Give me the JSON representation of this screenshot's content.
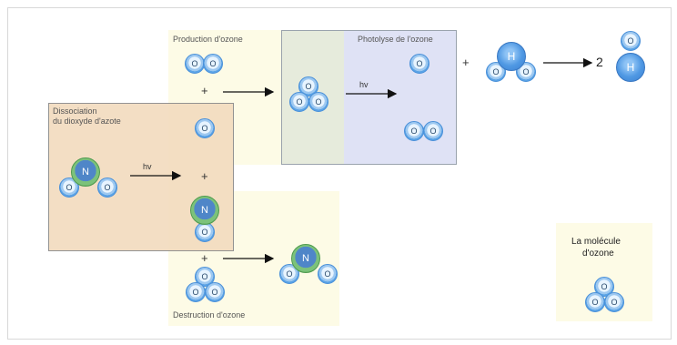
{
  "titles": {
    "production": "Production d'ozone",
    "photolysis": "Photolyse de l'ozone",
    "dissociation_line1": "Dissociation",
    "dissociation_line2": "du dioxyde d'azote",
    "destruction": "Destruction d'ozone",
    "molecule_line1": "La molécule",
    "molecule_line2": "d'ozone"
  },
  "labels": {
    "hv1": "hv",
    "hv2": "hv",
    "plus": "+",
    "two": "2",
    "O": "O",
    "N": "N",
    "H": "H"
  },
  "colors": {
    "production_bg": "#fdfbe6",
    "overlap_bg": "#e6ebdc",
    "photolysis_bg": "#dfe2f5",
    "dissociation_bg": "#f3dcc0",
    "destruction_bg": "#fdfbe6",
    "molecule_bg": "#fdfbe6",
    "oxygen": "#5aa3e6",
    "nitrogen": "#5fae5f",
    "hydrogen": "#3b7fd0"
  }
}
